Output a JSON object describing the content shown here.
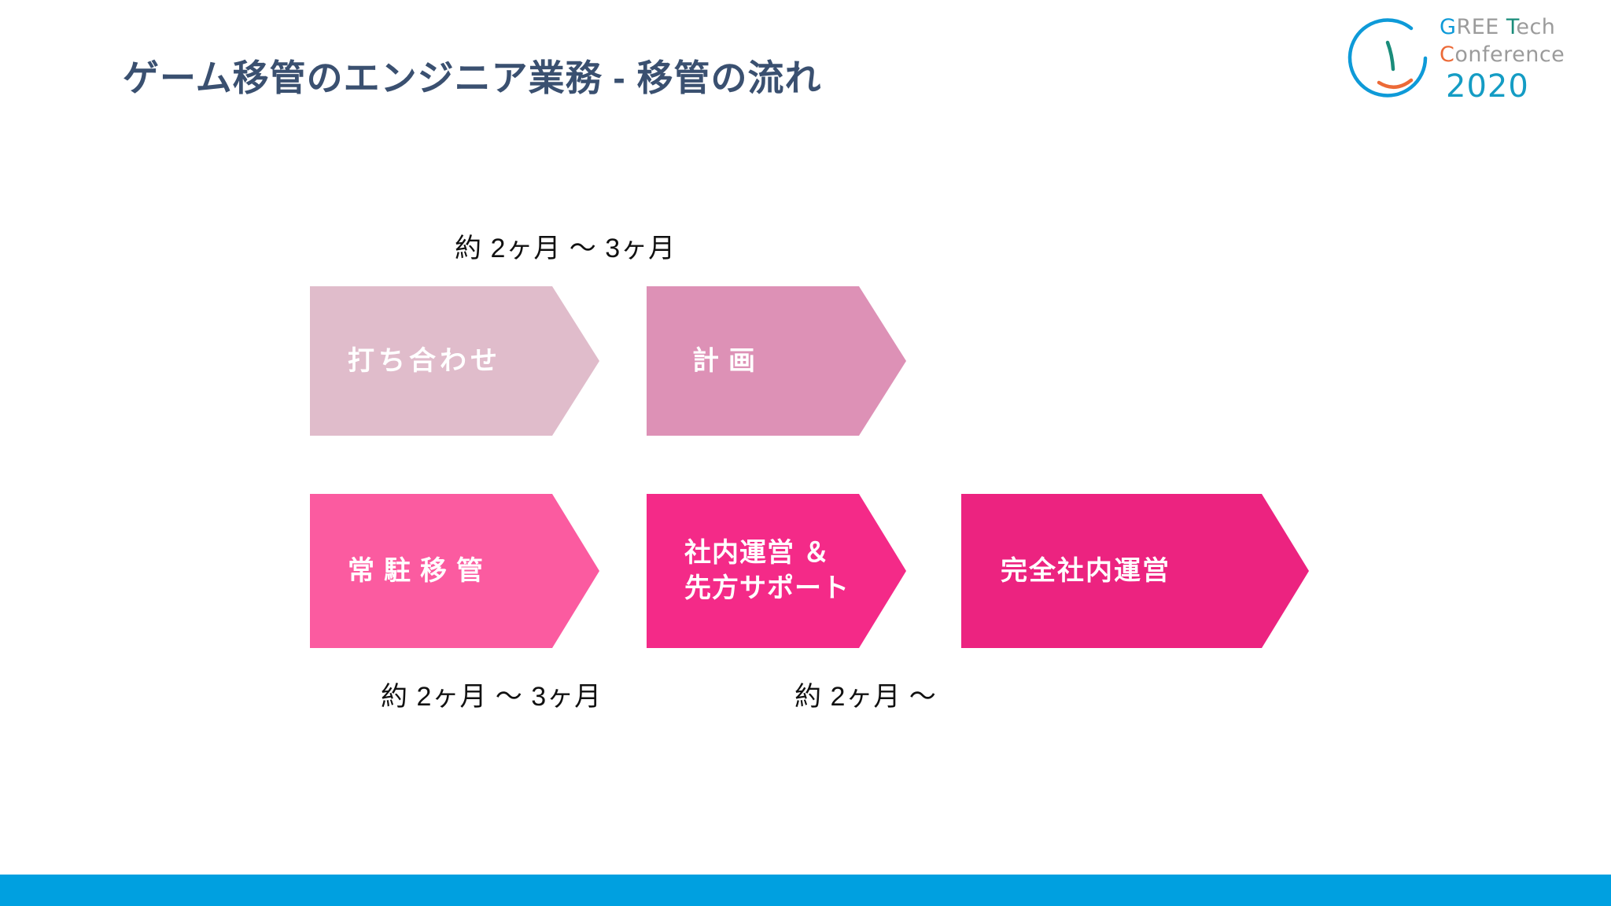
{
  "slide": {
    "title": "ゲーム移管のエンジニア業務 - 移管の流れ",
    "background_color": "#ffffff",
    "title_color": "#3a5070",
    "bottom_bar_color": "#00a0e0"
  },
  "logo": {
    "mark": "gree-circle-mark",
    "line1_a": "G",
    "line1_b": "REE",
    "line1_c": "T",
    "line1_d": "ech",
    "line2_a": "C",
    "line2_b": "onference",
    "line3": "2020",
    "colors": {
      "blue": "#0e9ad8",
      "green": "#1a8c7a",
      "orange": "#ec6a37",
      "gray": "#9b9b9b",
      "teal": "#149cc4"
    }
  },
  "flow": {
    "row1": [
      {
        "label": "打ち合わせ",
        "color": "#e0bccb"
      },
      {
        "label": "計画",
        "color": "#dd91b6"
      }
    ],
    "row2": [
      {
        "label": "常駐移管",
        "color": "#fb5ba0"
      },
      {
        "label": "社内運営 ＆\n先方サポート",
        "color": "#f42a88"
      },
      {
        "label": "完全社内運営",
        "color": "#ec2380"
      }
    ]
  },
  "durations": {
    "top": "約 2ヶ月 ～ 3ヶ月",
    "bottom_left": "約 2ヶ月 ～ 3ヶ月",
    "bottom_right": "約 2ヶ月 ～"
  }
}
